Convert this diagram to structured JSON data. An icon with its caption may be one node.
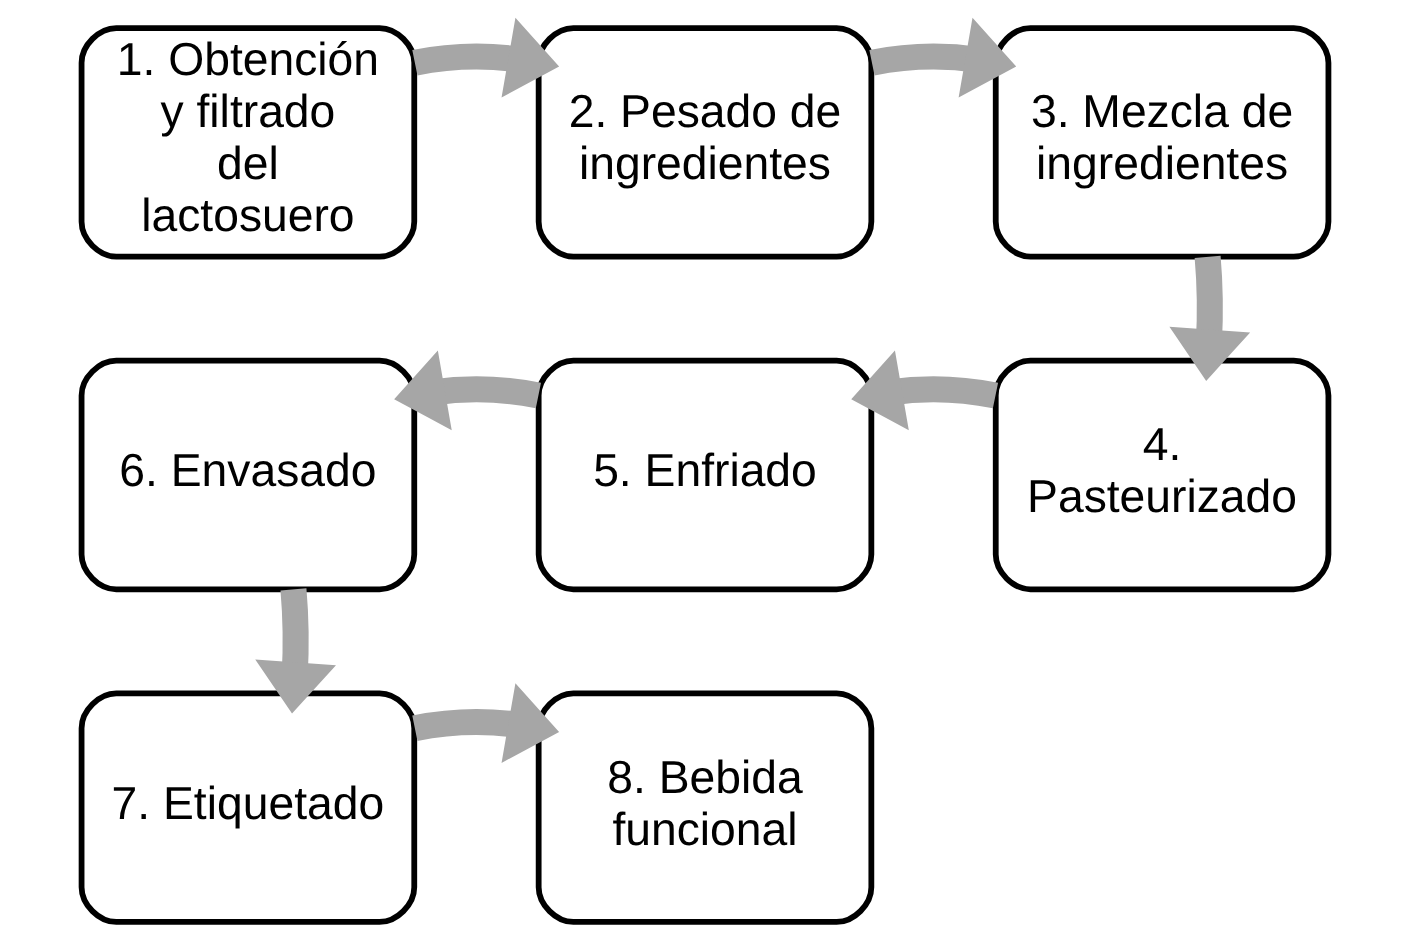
{
  "diagram": {
    "nodes": [
      {
        "text": [
          "1. Obtención y filtrado del lactosuero"
        ]
      },
      {
        "text": [
          "2. Pesado de ingredientes"
        ]
      },
      {
        "text": [
          "3. Mezcla de ingredientes"
        ]
      },
      {
        "text": [
          "4. Pasteurizado"
        ]
      },
      {
        "text": [
          "5. Enfriado"
        ]
      },
      {
        "text": [
          "6. Envasado"
        ]
      },
      {
        "text": [
          "7. Etiquetado"
        ]
      },
      {
        "text": [
          "8. Bebida funcional"
        ]
      }
    ],
    "edges": [
      {
        "from": 0,
        "to": 1,
        "arrow": "to"
      },
      {
        "from": 1,
        "to": 2,
        "arrow": "to"
      },
      {
        "from": 2,
        "to": 3,
        "arrow": "to"
      },
      {
        "from": 3,
        "to": 4,
        "arrow": "to"
      },
      {
        "from": 4,
        "to": 5,
        "arrow": "to"
      },
      {
        "from": 5,
        "to": 6,
        "arrow": "to"
      },
      {
        "from": 6,
        "to": 7,
        "arrow": "to"
      }
    ]
  }
}
